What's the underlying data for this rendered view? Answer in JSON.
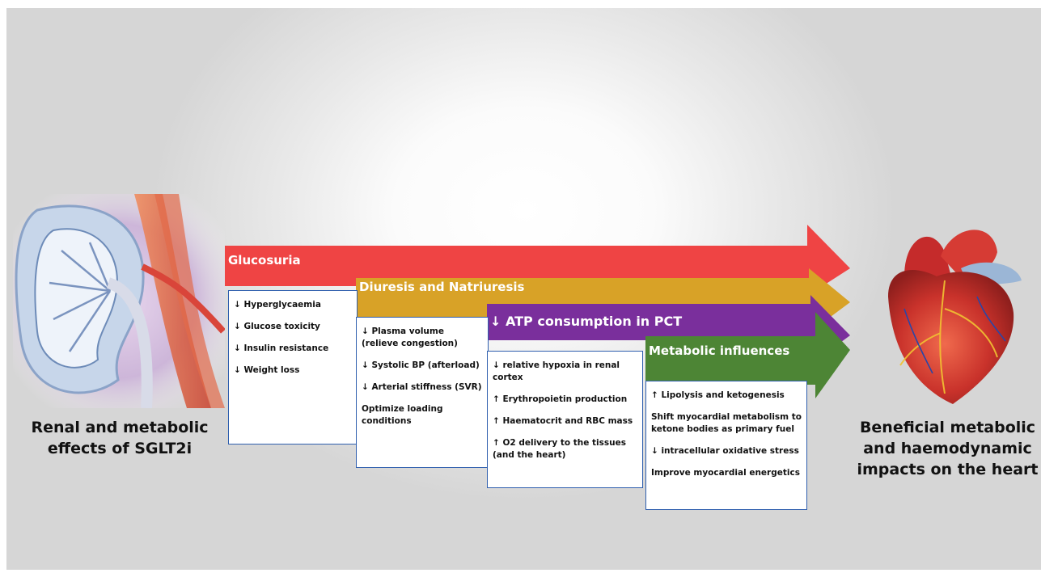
{
  "left_label": [
    "Renal and metabolic",
    "effects of SGLT2i"
  ],
  "right_label": [
    "Beneficial metabolic",
    "and haemodynamic",
    "impacts on the heart"
  ],
  "arrows": [
    {
      "title": "Glucosuria",
      "color": "#ef4444",
      "items": [
        "↓ Hyperglycaemia",
        "↓ Glucose toxicity",
        "↓ Insulin resistance",
        "↓ Weight loss"
      ]
    },
    {
      "title": "Diuresis and Natriuresis",
      "color": "#d8a227",
      "items": [
        "↓ Plasma volume (relieve congestion)",
        "↓ Systolic BP (afterload)",
        "↓ Arterial stiffness (SVR)",
        "Optimize loading conditions"
      ]
    },
    {
      "title": "↓ ATP consumption in PCT",
      "color": "#7a2f9c",
      "items": [
        "↓ relative hypoxia in renal cortex",
        "↑ Erythropoietin production",
        "↑ Haematocrit and RBC mass",
        "↑ O2 delivery to the tissues (and the heart)"
      ]
    },
    {
      "title": "Metabolic influences",
      "color": "#4d8535",
      "items": [
        "↑ Lipolysis and ketogenesis",
        "Shift myocardial metabolism to ketone bodies as primary fuel",
        "↓ intracellular oxidative stress",
        "Improve myocardial energetics"
      ]
    }
  ]
}
